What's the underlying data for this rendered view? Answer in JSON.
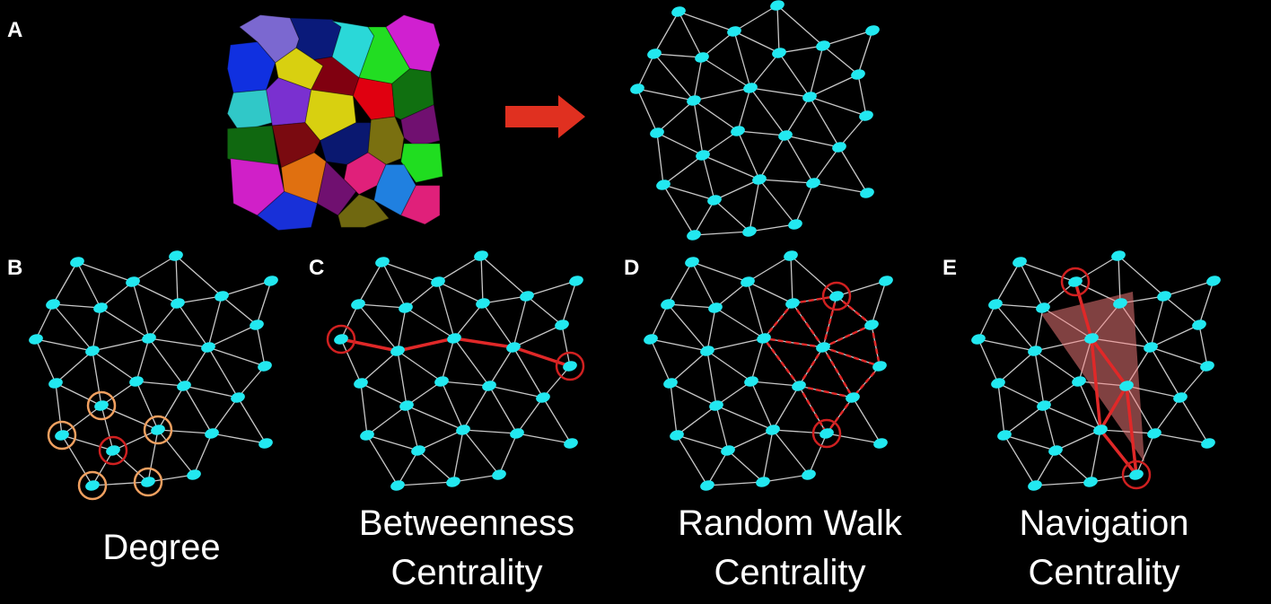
{
  "panels": {
    "a": {
      "letter": "A"
    },
    "b": {
      "letter": "B",
      "caption": [
        "Degree"
      ]
    },
    "c": {
      "letter": "C",
      "caption": [
        "Betweenness",
        "Centrality"
      ]
    },
    "d": {
      "letter": "D",
      "caption": [
        "Random Walk",
        "Centrality"
      ]
    },
    "e": {
      "letter": "E",
      "caption": [
        "Navigation",
        "Centrality"
      ]
    }
  },
  "colors": {
    "background": "#000000",
    "node": "#22e8f0",
    "edge": "#c8c8c8",
    "highlight_red": "#d02020",
    "highlight_orange": "#f0a060",
    "arrow": "#e03020",
    "cell_colors": [
      "#7b68d0",
      "#0a1a7a",
      "#2ad8d8",
      "#22dd22",
      "#d020d0",
      "#1030e0",
      "#d8d010",
      "#800010",
      "#e00010",
      "#107010",
      "#30c8c8",
      "#7a30d0",
      "#d8d010",
      "#701070",
      "#106810",
      "#7a0a10",
      "#0a1870",
      "#7a7010",
      "#20dd20",
      "#d020c8",
      "#e07010",
      "#e0207a",
      "#701070",
      "#2080e0",
      "#1830d8",
      "#706810",
      "#e0207a"
    ]
  }
}
